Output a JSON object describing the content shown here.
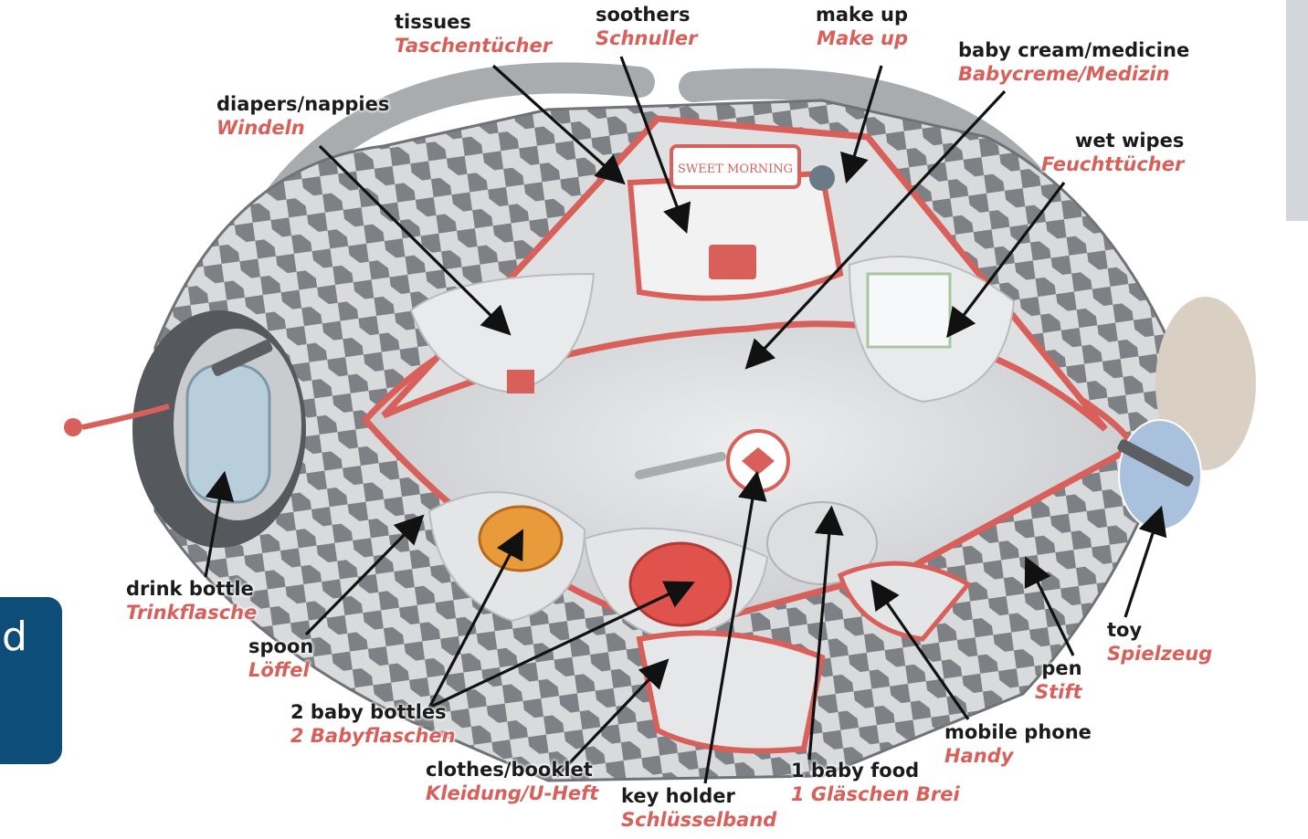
{
  "overlay": {
    "title_fragment": "",
    "card_letter": "d"
  },
  "labels": {
    "tissues": {
      "en": "tissues",
      "de": "Taschentücher"
    },
    "soothers": {
      "en": "soothers",
      "de": "Schnuller"
    },
    "makeup": {
      "en": "make up",
      "de": "Make up"
    },
    "cream": {
      "en": "baby cream/medicine",
      "de": "Babycreme/Medizin"
    },
    "diapers": {
      "en": "diapers/nappies",
      "de": "Windeln"
    },
    "wipes": {
      "en": "wet wipes",
      "de": "Feuchttücher"
    },
    "drink": {
      "en": "drink bottle",
      "de": "Trinkflasche"
    },
    "spoon": {
      "en": "spoon",
      "de": "Löffel"
    },
    "bottles": {
      "en": "2 baby bottles",
      "de": "2 Babyflaschen"
    },
    "clothes": {
      "en": "clothes/booklet",
      "de": "Kleidung/U-Heft"
    },
    "key": {
      "en": "key holder",
      "de": "Schlüsselband"
    },
    "food": {
      "en": "1 baby food",
      "de": "1 Gläschen Brei"
    },
    "phone": {
      "en": "mobile phone",
      "de": "Handy"
    },
    "pen": {
      "en": "pen",
      "de": "Stift"
    },
    "toy": {
      "en": "toy",
      "de": "Spielzeug"
    }
  },
  "brand": {
    "tag_text": "SWEET MORNING"
  },
  "colors": {
    "accent_red": "#d9605a",
    "bag_gray": "#8a8d91",
    "card_blue": "#0f4d79"
  },
  "icons": {
    "arrow": "arrow-icon"
  }
}
